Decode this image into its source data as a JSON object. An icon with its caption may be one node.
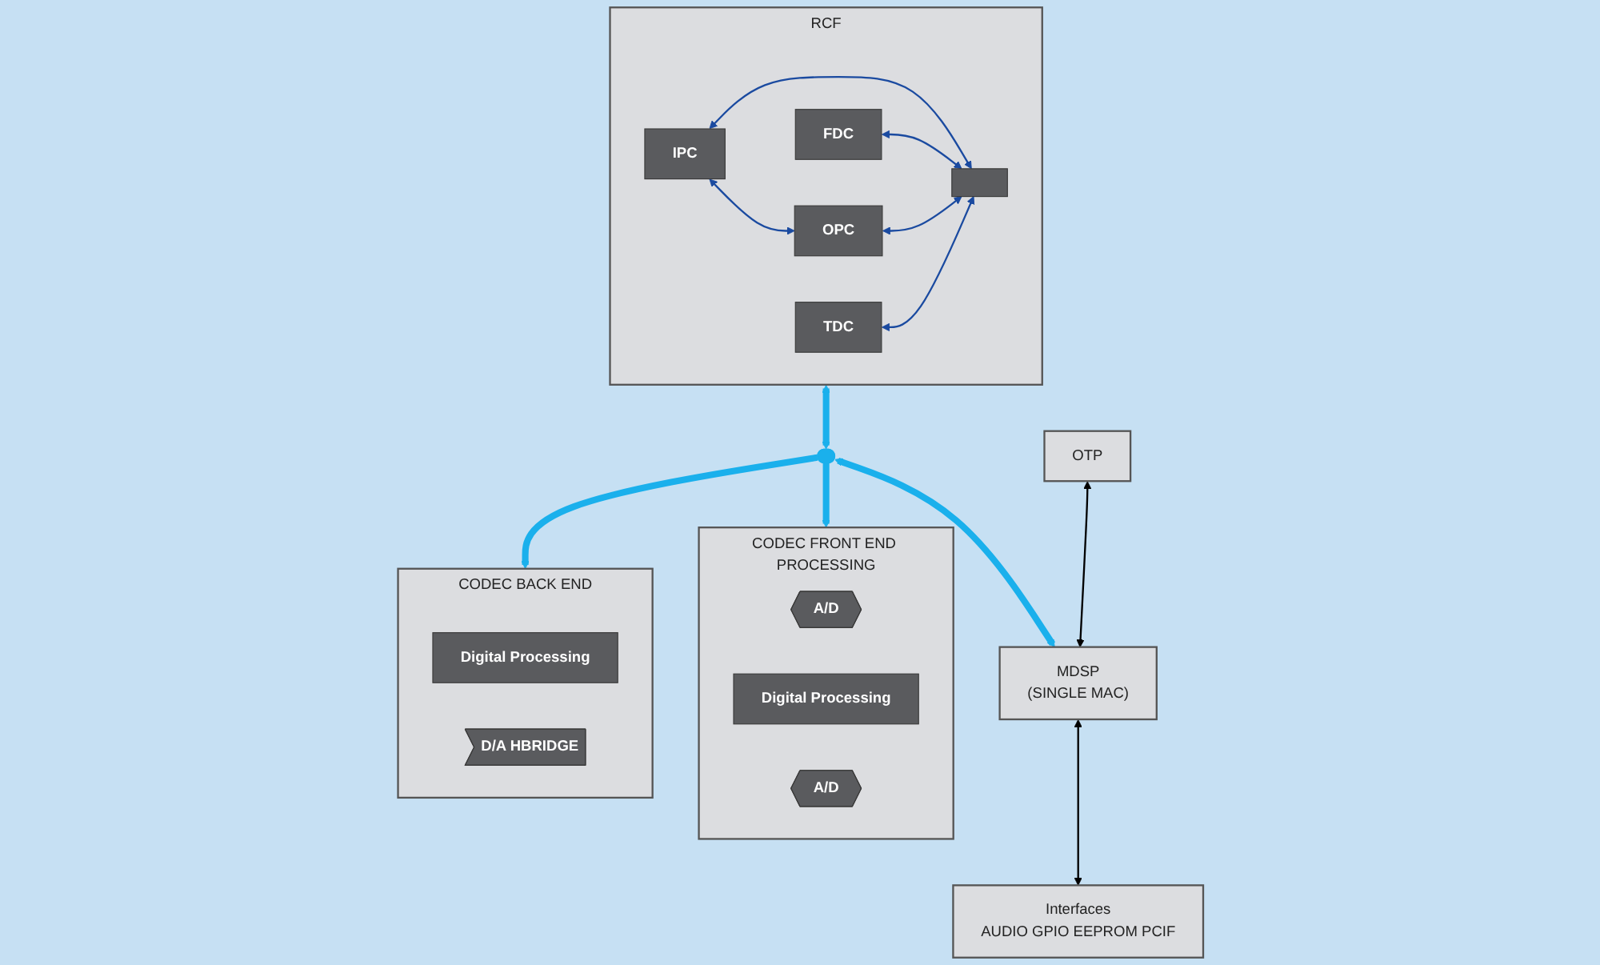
{
  "diagram": {
    "nodes": [
      {
        "text": [
          "RCF"
        ]
      },
      {
        "text": [
          "IPC"
        ],
        "in": 0
      },
      {
        "text": [
          "OPC"
        ],
        "in": 0
      },
      {
        "text": [],
        "shape": "box",
        "in": 0
      },
      {
        "text": [
          "FDC"
        ],
        "in": 0
      },
      {
        "text": [
          "TDC"
        ],
        "in": 0
      },
      {
        "text": [
          "CODEC FRONT END PROCESSING"
        ]
      },
      {
        "text": [
          "A/D"
        ],
        "in": 6
      },
      {
        "text": [
          "Digital Processing"
        ],
        "in": 6
      },
      {
        "text": [
          "A/D"
        ],
        "in": 6
      },
      {
        "text": [],
        "shape": "bar"
      },
      {
        "text": [
          "CODEC BACK END"
        ]
      },
      {
        "text": [
          "Digital Processing"
        ],
        "in": 11
      },
      {
        "text": [
          "D/A HBRIDGE"
        ],
        "in": 11
      },
      {
        "text": [
          "OTP"
        ]
      },
      {
        "text": [
          "MDSP",
          "(SINGLE MAC)"
        ]
      },
      {
        "text": [
          "Interfaces",
          "AUDIO GPIO EEPROM PCIF"
        ]
      }
    ],
    "edges": [
      {
        "from": 1,
        "to": 2,
        "arrow": "both"
      },
      {
        "from": 1,
        "to": 3,
        "arrow": "both"
      },
      {
        "from": 4,
        "to": 3,
        "arrow": "both"
      },
      {
        "from": 2,
        "to": 3,
        "arrow": "both"
      },
      {
        "from": 5,
        "to": 3,
        "arrow": "both"
      },
      {
        "from": 0,
        "to": 10,
        "arrow": "both",
        "style": "thick",
        "color": "#1ab0ec"
      },
      {
        "from": 10,
        "to": 6,
        "arrow": "to",
        "style": "thick",
        "color": "#1ab0ec"
      },
      {
        "from": 10,
        "to": 11,
        "arrow": "to",
        "style": "thick",
        "color": "#1ab0ec"
      },
      {
        "from": 10,
        "to": 15,
        "arrow": "both",
        "style": "thick",
        "color": "#1ab0ec"
      },
      {
        "from": 14,
        "to": 15,
        "arrow": "both",
        "color": "#000000"
      },
      {
        "from": 15,
        "to": 16,
        "arrow": "both",
        "color": "#000000"
      }
    ]
  }
}
